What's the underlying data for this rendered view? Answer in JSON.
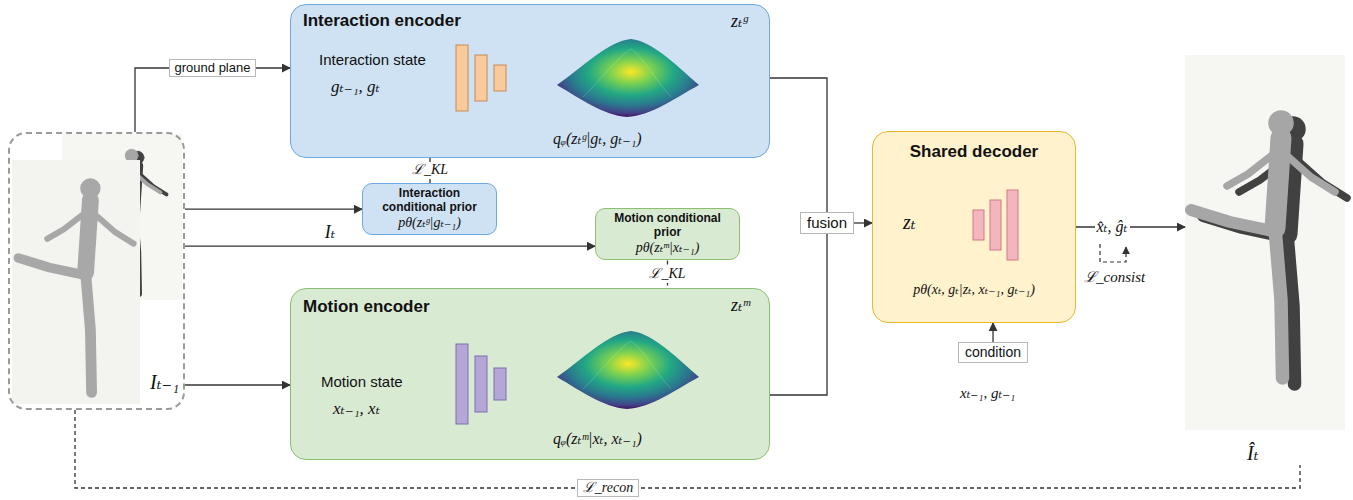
{
  "diagram": {
    "nodes": [
      {
        "text": [
          "Iₜ₋₁"
        ]
      },
      {
        "text": [
          "Interaction encoder",
          "zₜᵍ",
          "Interaction state",
          "gₜ₋₁, gₜ",
          "qᵩ(zₜᵍ|gₜ, gₜ₋₁)"
        ]
      },
      {
        "text": [
          "Interaction conditional prior",
          "pθ(zₜᵍ|gₜ₋₁)"
        ]
      },
      {
        "text": [
          "Motion conditional prior",
          "pθ(zₜᵐ|xₜ₋₁)"
        ]
      },
      {
        "text": [
          "Motion encoder",
          "zₜᵐ",
          "Motion state",
          "xₜ₋₁, xₜ",
          "qᵩ(zₜᵐ|xₜ, xₜ₋₁)"
        ]
      },
      {
        "text": [
          "fusion"
        ]
      },
      {
        "text": [
          "Shared decoder",
          "zₜ",
          "pθ(xₜ, gₜ|zₜ, xₜ₋₁, gₜ₋₁)"
        ]
      },
      {
        "text": [
          "condition"
        ]
      },
      {
        "text": [
          "Îₜ"
        ]
      }
    ],
    "edges": [
      {
        "from": 0,
        "to": 1,
        "label": "ground plane",
        "arrow": "to"
      },
      {
        "from": 0,
        "to": 2,
        "arrow": "to"
      },
      {
        "from": 0,
        "to": 3,
        "label": "Iₜ",
        "arrow": "to"
      },
      {
        "from": 0,
        "to": 4,
        "arrow": "to"
      },
      {
        "from": 1,
        "to": 2,
        "label": "ℒ_KL",
        "arrow": "none"
      },
      {
        "from": 3,
        "to": 4,
        "label": "ℒ_KL",
        "arrow": "none"
      },
      {
        "from": 1,
        "to": 5,
        "arrow": "none"
      },
      {
        "from": 4,
        "to": 5,
        "arrow": "none"
      },
      {
        "from": 5,
        "to": 6,
        "arrow": "to"
      },
      {
        "from": 7,
        "to": 6,
        "arrow": "to"
      },
      {
        "from": 6,
        "to": 8,
        "label": "x̂ₜ, ĝₜ",
        "arrow": "to"
      },
      {
        "from": 0,
        "to": 8,
        "label": "ℒ_recon",
        "arrow": "none"
      }
    ],
    "labels": [
      "xₜ₋₁, gₜ₋₁",
      "ℒ_consist"
    ]
  }
}
